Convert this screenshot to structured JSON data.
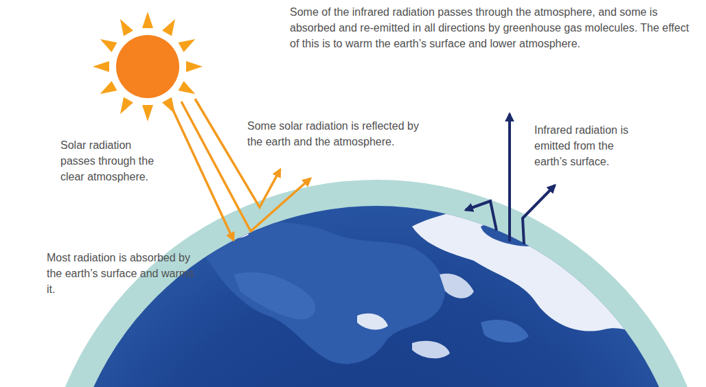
{
  "diagram": {
    "labels": [
      "Some of the infrared radiation passes through the atmosphere, and some is absorbed and re-emitted in all directions by greenhouse gas molecules. The effect of this is to warm the earth’s surface and lower atmosphere.",
      "Some solar radiation is reflected by the earth and the atmosphere.",
      "Infrared radiation is emitted from the earth’s surface.",
      "Solar radiation passes through the clear atmosphere.",
      "Most radiation is absorbed by the earth’s surface and warms it."
    ]
  }
}
